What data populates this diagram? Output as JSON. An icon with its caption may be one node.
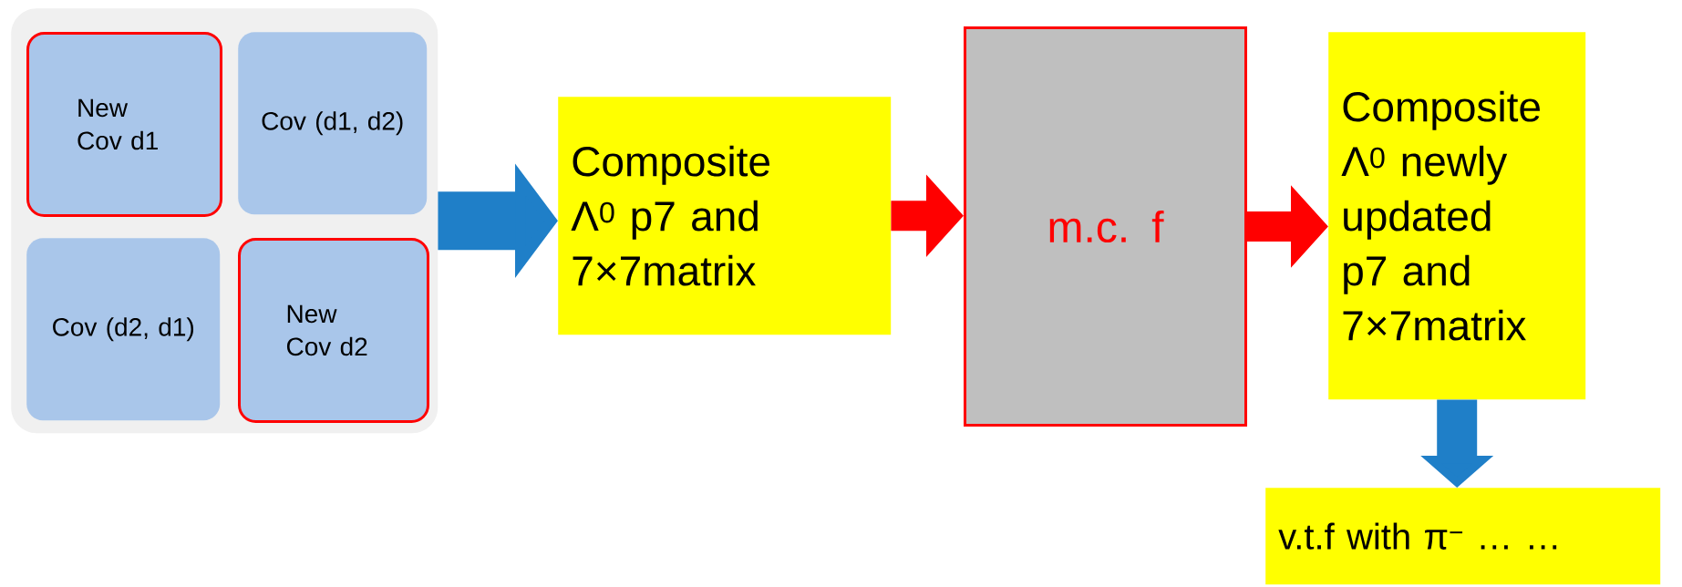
{
  "diagram": {
    "nodes": [
      {
        "text": [],
        "shape": "box"
      },
      {
        "text": [
          "New Cov d1"
        ],
        "in": 0
      },
      {
        "text": [
          "Cov (d1, d2)"
        ],
        "in": 0
      },
      {
        "text": [
          "Cov (d2, d1)"
        ],
        "in": 0
      },
      {
        "text": [
          "New Cov d2"
        ],
        "in": 0
      },
      {
        "text": [
          "Composite Λ$^{0}$ p7 and 7×7matrix"
        ]
      },
      {
        "text": [
          "m.c. f"
        ]
      },
      {
        "text": [
          "Composite Λ$^{0}$ newly updated p7 and 7×7matrix"
        ]
      },
      {
        "text": [
          "v.t.f  with π$^{−}$ … …"
        ]
      }
    ],
    "edges": [
      {
        "from": 0,
        "to": 5,
        "arrow": "to",
        "style": "thick",
        "color": "#1f7fc8"
      },
      {
        "from": 5,
        "to": 6,
        "arrow": "to",
        "color": "#ff0000"
      },
      {
        "from": 6,
        "to": 7,
        "arrow": "to",
        "color": "#ff0000"
      },
      {
        "from": 7,
        "to": 8,
        "arrow": "to",
        "color": "#1f7fc8"
      }
    ]
  }
}
